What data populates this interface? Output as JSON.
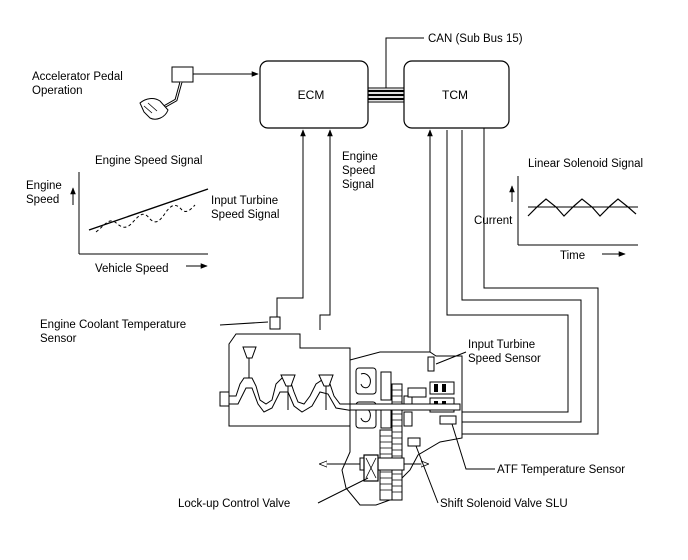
{
  "colors": {
    "line": "#000000",
    "background": "#ffffff",
    "engine_fill": "#ffffff"
  },
  "labels": {
    "can_bus": "CAN (Sub Bus 15)",
    "accelerator_line1": "Accelerator Pedal",
    "accelerator_line2": "Operation",
    "ecm": "ECM",
    "tcm": "TCM",
    "engine_speed_signal_line1": "Engine",
    "engine_speed_signal_line2": "Speed",
    "engine_speed_signal_line3": "Signal",
    "linear_solenoid_signal": "Linear Solenoid Signal",
    "current": "Current",
    "time": "Time",
    "coolant_sensor_line1": "Engine Coolant Temperature",
    "coolant_sensor_line2": "Sensor",
    "input_turbine_sensor_line1": "Input Turbine",
    "input_turbine_sensor_line2": "Speed Sensor",
    "atf_sensor": "ATF Temperature Sensor",
    "lockup_valve": "Lock-up Control Valve",
    "slu_valve": "Shift Solenoid Valve SLU"
  },
  "graph": {
    "title": "Engine Speed Signal",
    "ylabel_line1": "Engine",
    "ylabel_line2": "Speed",
    "xlabel": "Vehicle Speed",
    "series_solid": "Engine Speed Signal",
    "series_dashed_line1": "Input Turbine",
    "series_dashed_line2": "Speed Signal"
  },
  "icons": [
    "accelerator-pedal-icon",
    "up-arrow-icon",
    "right-arrow-icon"
  ]
}
